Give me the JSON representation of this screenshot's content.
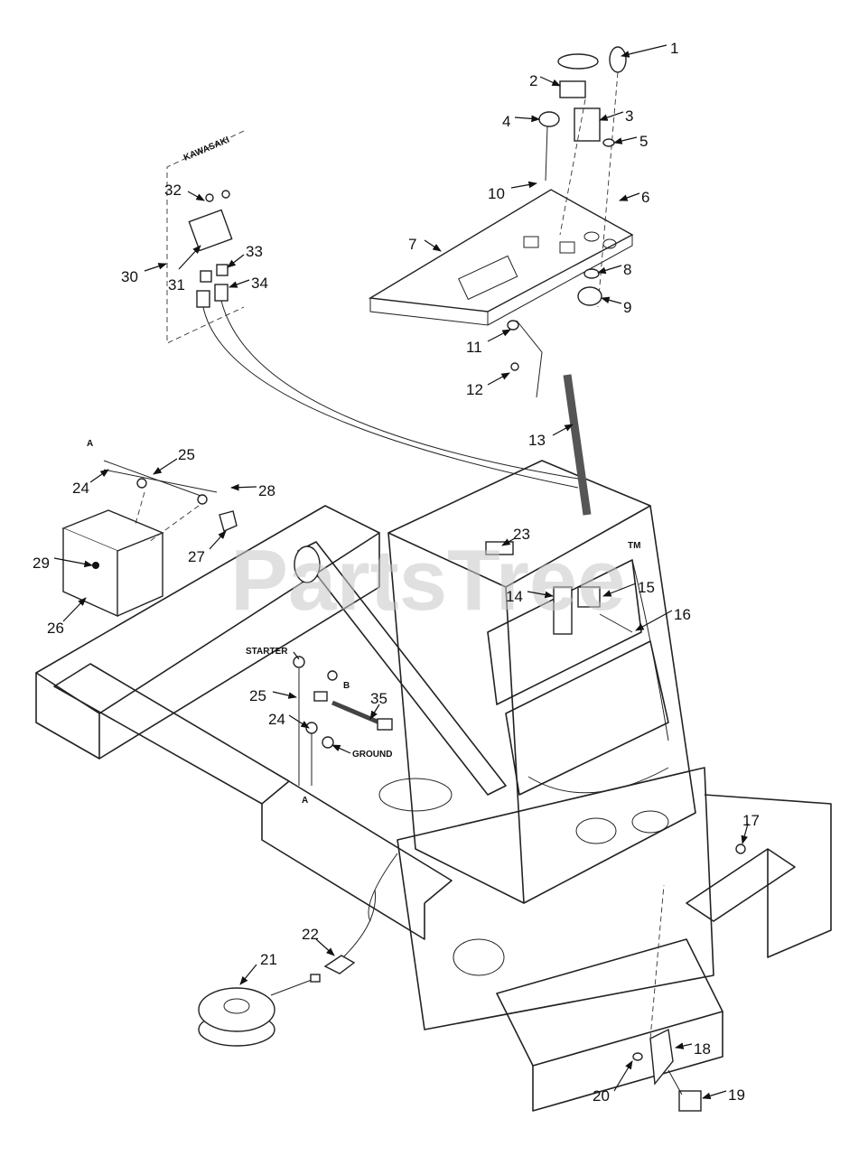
{
  "watermark": {
    "text": "PartsTree",
    "tm": "TM"
  },
  "sub_labels": {
    "kawasaki": "KAWASAKI",
    "starter": "STARTER",
    "ground": "GROUND",
    "a_top": "A",
    "a_bottom": "A",
    "b": "B"
  },
  "callouts": [
    "1",
    "2",
    "3",
    "4",
    "5",
    "6",
    "7",
    "8",
    "9",
    "10",
    "11",
    "12",
    "13",
    "14",
    "15",
    "16",
    "17",
    "18",
    "19",
    "20",
    "21",
    "22",
    "23",
    "24",
    "25",
    "26",
    "27",
    "28",
    "29",
    "30",
    "31",
    "32",
    "33",
    "34",
    "35",
    "24",
    "25"
  ]
}
